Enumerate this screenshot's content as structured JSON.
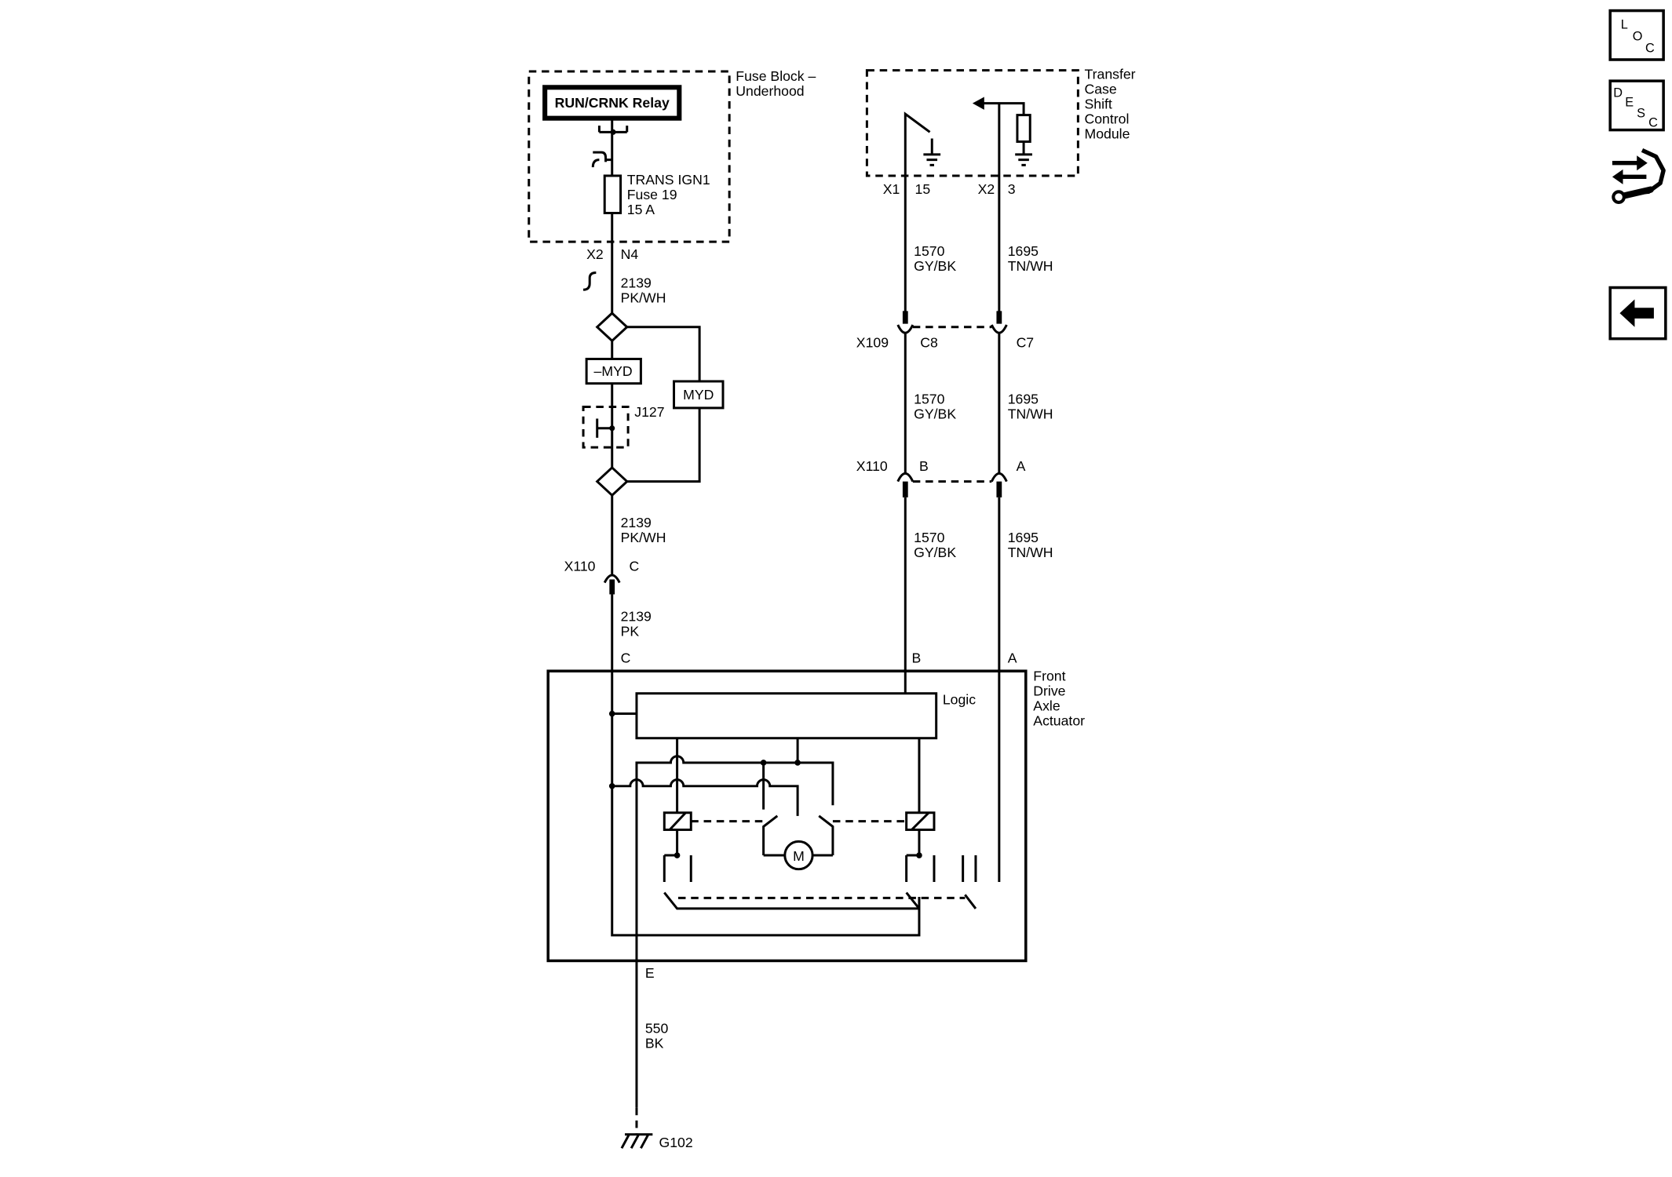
{
  "toolbar": {
    "loc_letters": [
      "L",
      "O",
      "C"
    ],
    "desc_letters": [
      "D",
      "E",
      "S",
      "C"
    ],
    "tools_icon": "wiring-tools-icon",
    "back_icon": "back-arrow-icon"
  },
  "fuse_block": {
    "title": [
      "Fuse Block –",
      "Underhood"
    ],
    "relay_label": "RUN/CRNK Relay",
    "fuse_label": [
      "TRANS IGN1",
      "Fuse 19",
      "15 A"
    ],
    "connector": "X2",
    "pin": "N4"
  },
  "circuit_2139": [
    {
      "number": "2139",
      "color": "PK/WH"
    },
    {
      "number": "2139",
      "color": "PK/WH"
    },
    {
      "number": "2139",
      "color": "PK"
    }
  ],
  "splice": {
    "not_myd": "–MYD",
    "myd": "MYD",
    "jumper": "J127"
  },
  "x110_c": {
    "connector": "X110",
    "pin": "C"
  },
  "transfer_case_module": {
    "title": [
      "Transfer",
      "Case",
      "Shift",
      "Control",
      "Module"
    ],
    "pins": [
      {
        "connector": "X1",
        "pin": "15"
      },
      {
        "connector": "X2",
        "pin": "3"
      }
    ]
  },
  "circuit_1570": [
    {
      "number": "1570",
      "color": "GY/BK"
    },
    {
      "number": "1570",
      "color": "GY/BK"
    },
    {
      "number": "1570",
      "color": "GY/BK"
    }
  ],
  "circuit_1695": [
    {
      "number": "1695",
      "color": "TN/WH"
    },
    {
      "number": "1695",
      "color": "TN/WH"
    },
    {
      "number": "1695",
      "color": "TN/WH"
    }
  ],
  "x109": {
    "connector": "X109",
    "pins": [
      "C8",
      "C7"
    ]
  },
  "x110_ba": {
    "connector": "X110",
    "pins": [
      "B",
      "A"
    ]
  },
  "actuator": {
    "title": [
      "Front",
      "Drive",
      "Axle",
      "Actuator"
    ],
    "logic_label": "Logic",
    "motor_label": "M",
    "pins": {
      "c": "C",
      "b": "B",
      "a": "A",
      "e": "E"
    }
  },
  "circuit_550": {
    "number": "550",
    "color": "BK"
  },
  "ground": "G102"
}
